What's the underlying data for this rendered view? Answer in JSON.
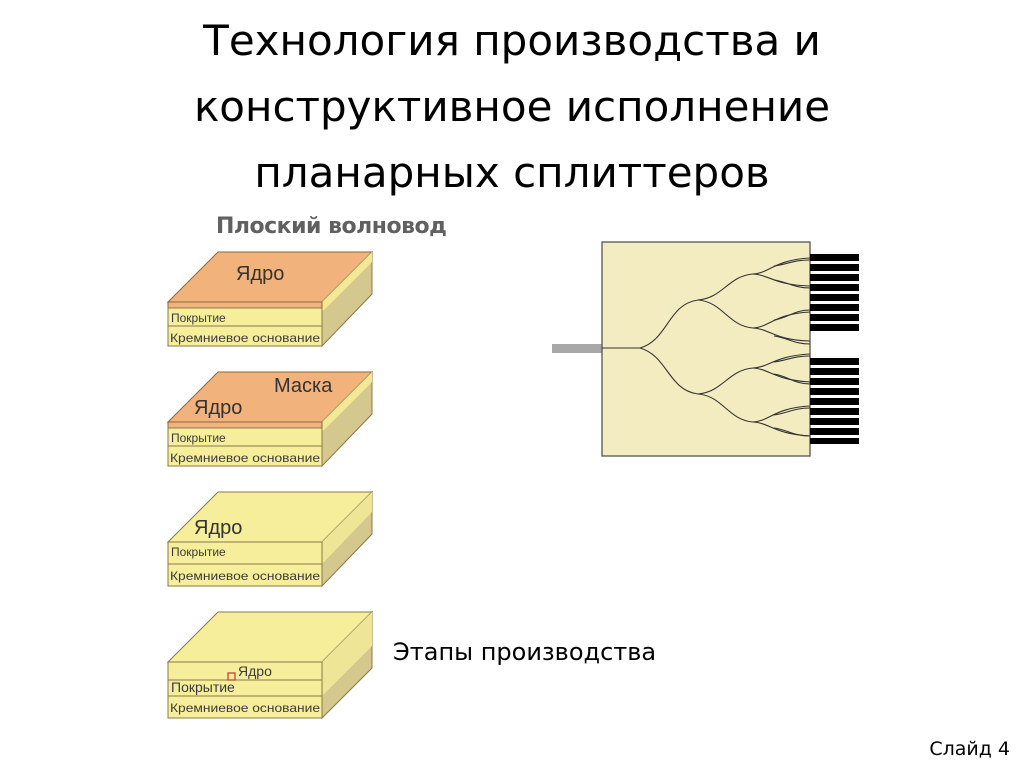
{
  "slide": {
    "title_lines": [
      "Технология производства и",
      "конструктивное исполнение",
      "планарных сплиттеров"
    ],
    "slide_number": "Слайд 4"
  },
  "diagram": {
    "left_header": "Плоский волновод",
    "caption": "Этапы производства",
    "stages": [
      {
        "core": "Ядро",
        "mask": "",
        "cover": "Покрытие",
        "base": "Кремниевое основание"
      },
      {
        "core": "Ядро",
        "mask": "Маска",
        "cover": "Покрытие",
        "base": "Кремниевое основание"
      },
      {
        "core": "Ядро",
        "mask": "",
        "cover": "Покрытие",
        "base": "Кремниевое основание"
      },
      {
        "core": "Ядро",
        "mask": "",
        "cover": "Покрытие",
        "base": "Кремниевое основание"
      }
    ],
    "colors": {
      "core_orange": "#f2b27c",
      "layer_yellow": "#f7ee9c",
      "side_yellow": "#e6dc88",
      "side_tan": "#cfc38f",
      "chip_fill": "#f4ecc1",
      "input_fiber": "#a8a8a8",
      "output_fibers": "#000000"
    }
  }
}
